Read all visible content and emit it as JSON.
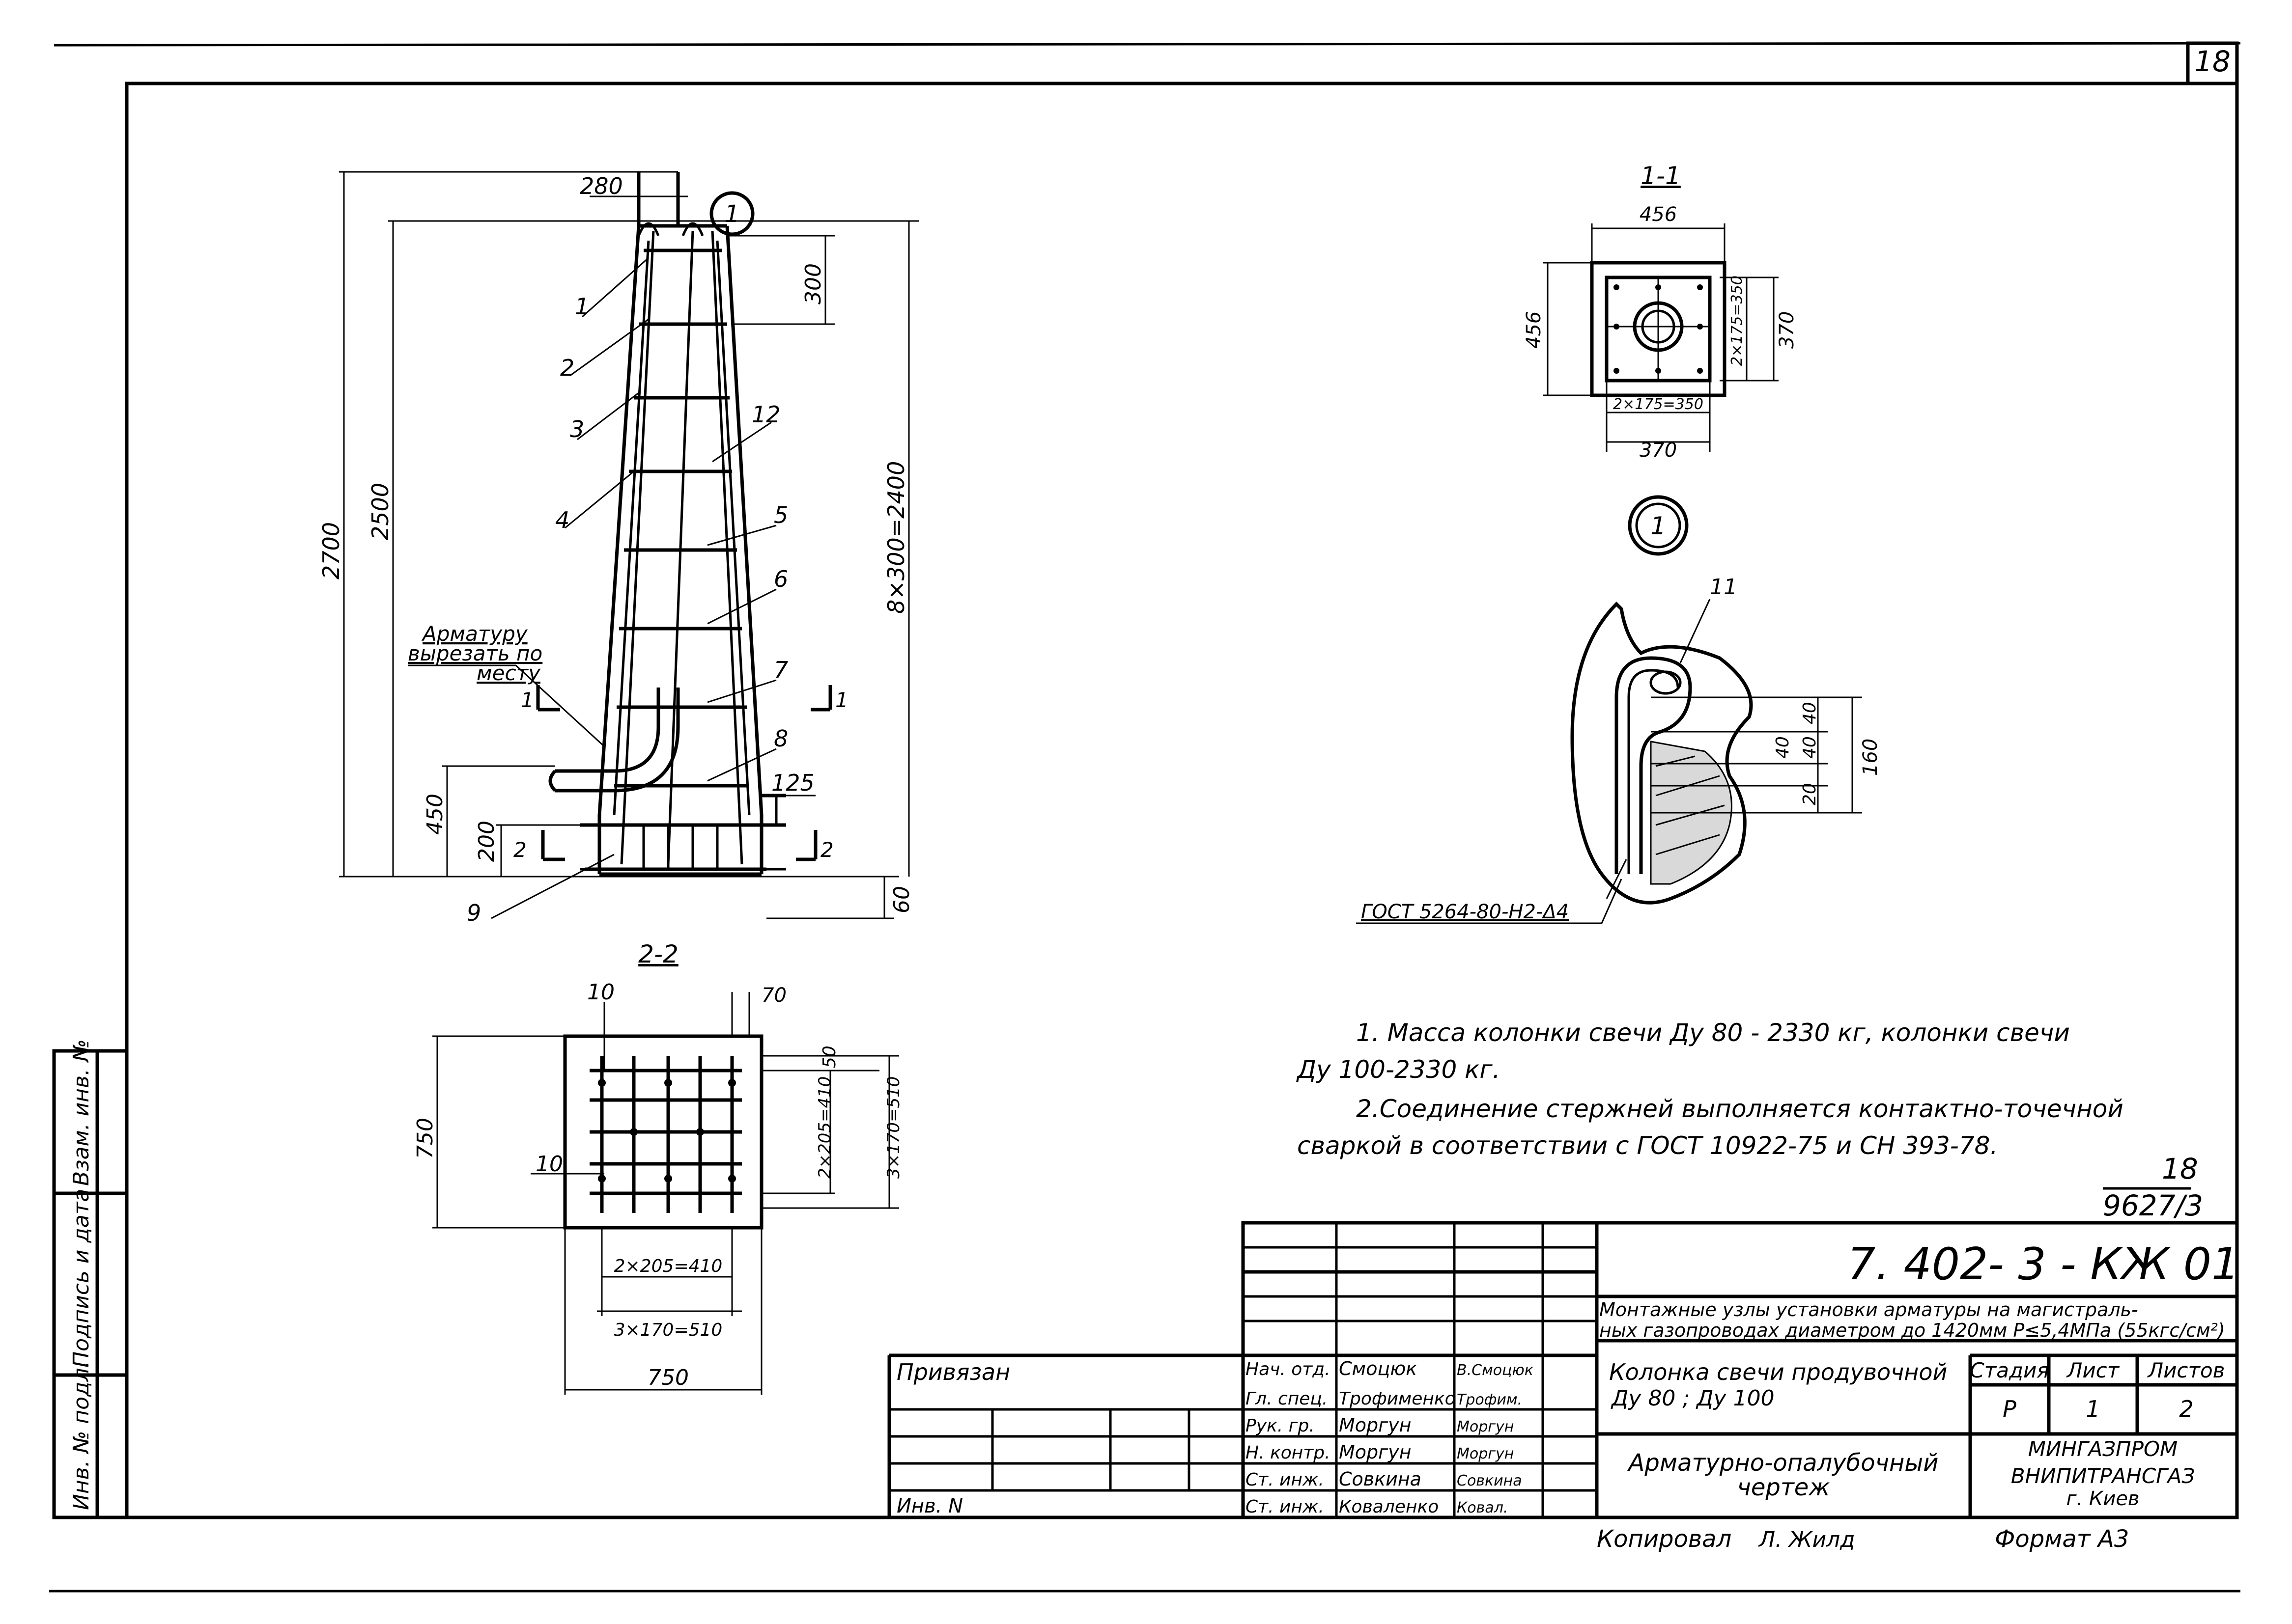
{
  "sheet": {
    "page_number": "18",
    "stamp_number": "18",
    "stamp_code": "9627/3"
  },
  "side_stamp": {
    "inv_podl": "Инв. № подл.",
    "podpis_data": "Подпись и дата",
    "vzam_inv": "Взам. инв. №"
  },
  "main_view": {
    "dim_280": "280",
    "dim_300": "300",
    "dim_2700": "2700",
    "dim_2500": "2500",
    "dim_spacing": "8×300=2400",
    "dim_450": "450",
    "dim_200": "200",
    "dim_125": "125",
    "dim_60": "60",
    "node_marker": "1",
    "pos_labels": [
      "1",
      "2",
      "3",
      "4",
      "5",
      "6",
      "7",
      "8",
      "9",
      "12"
    ],
    "cut_note_line1": "Арматуру",
    "cut_note_line2": "вырезать по",
    "cut_note_line3": "месту",
    "section_1_left": "1",
    "section_1_right": "1",
    "section_2_left": "2",
    "section_2_right": "2"
  },
  "section_11": {
    "title": "1-1",
    "dim_top": "456",
    "dim_left": "456",
    "dim_right_inner": "2×175=350",
    "dim_right": "370",
    "dim_bottom_inner": "2×175=350",
    "dim_bottom": "370"
  },
  "node_1": {
    "marker": "1",
    "pos": "11",
    "dim_40a": "40",
    "dim_40b": "40",
    "dim_40c": "40",
    "dim_20": "20",
    "dim_160": "160",
    "weld_label": "ГОСТ 5264-80-Н2-Δ4"
  },
  "section_22": {
    "title": "2-2",
    "pos_10_top": "10",
    "pos_10_left": "10",
    "dim_70": "70",
    "dim_50": "50",
    "dim_750_left": "750",
    "dim_right_inner": "2×205=410",
    "dim_right_outer": "3×170=510",
    "dim_bottom_inner": "2×205=410",
    "dim_bottom_outer": "3×170=510",
    "dim_750_bottom": "750"
  },
  "notes": {
    "line1": "1. Масса колонки свечи Ду 80 - 2330 кг, колонки свечи",
    "line2": "Ду 100-2330 кг.",
    "line3": "2.Соединение стержней выполняется контактно-точечной",
    "line4": "сваркой в соответствии с ГОСТ 10922-75 и СН 393-78."
  },
  "title_block": {
    "doc_code": "7. 402- 3 - КЖ 01",
    "project_line1": "Монтажные узлы установки арматуры на магистраль-",
    "project_line2": "ных газопроводах диаметром до 1420мм Р≤5,4МПа (55кгс/см²)",
    "object_line1": "Колонка свечи продувочной",
    "object_line2": "Ду 80 ; Ду 100",
    "stage_header": "Стадия",
    "sheet_header": "Лист",
    "sheets_header": "Листов",
    "stage_value": "Р",
    "sheet_value": "1",
    "sheets_value": "2",
    "drawing_line1": "Арматурно-опалубочный",
    "drawing_line2": "чертеж",
    "org_line1": "МИНГАЗПРОМ",
    "org_line2": "ВНИПИТРАНСГАЗ",
    "org_line3": "г. Киев",
    "privyazan": "Привязан",
    "inv_n": "Инв. N",
    "kopiroval_label": "Копировал",
    "kopiroval_sign": "Л. Жилд",
    "format_label": "Формат А3",
    "roles": [
      "Нач. отд.",
      "Гл. спец.",
      "Рук. гр.",
      "Н. контр.",
      "Ст. инж.",
      "Ст. инж."
    ],
    "names": [
      "Смоцюк",
      "Трофименко",
      "Моргун",
      "Моргун",
      "Совкина",
      "Коваленко"
    ],
    "signatures": [
      "В.Смоцюк",
      "Трофим.",
      "Моргун",
      "Моргун",
      "Совкина",
      "Ковал."
    ]
  }
}
